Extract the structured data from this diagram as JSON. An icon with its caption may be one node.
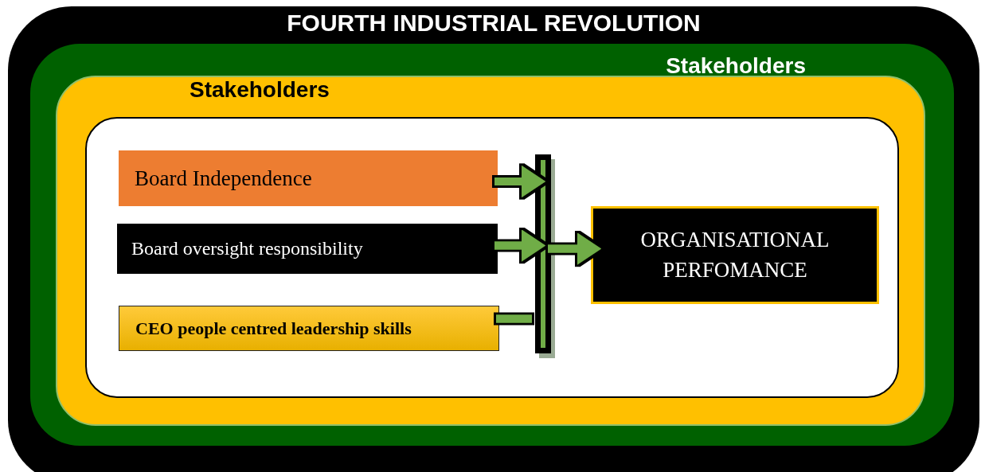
{
  "diagram": {
    "title": "FOURTH INDUSTRIAL REVOLUTION",
    "nodes": [
      {
        "text": [
          "Stakeholders"
        ]
      },
      {
        "text": [
          "Stakeholders"
        ],
        "in": 0
      },
      {
        "text": [],
        "shape": "box",
        "in": 1
      },
      {
        "text": [
          "Board Independence"
        ],
        "in": 2
      },
      {
        "text": [
          "Board oversight responsibility"
        ],
        "in": 2
      },
      {
        "text": [
          "CEO people centred leadership skills"
        ],
        "in": 2
      },
      {
        "text": [],
        "shape": "bar",
        "in": 2
      },
      {
        "text": [
          "ORGANISATIONAL PERFOMANCE"
        ],
        "in": 2
      }
    ],
    "edges": [
      {
        "from": 3,
        "to": 6,
        "arrow": "to"
      },
      {
        "from": 4,
        "to": 6,
        "arrow": "to"
      },
      {
        "from": 5,
        "to": 6,
        "arrow": "none"
      },
      {
        "from": 6,
        "to": 7,
        "arrow": "to"
      }
    ]
  }
}
